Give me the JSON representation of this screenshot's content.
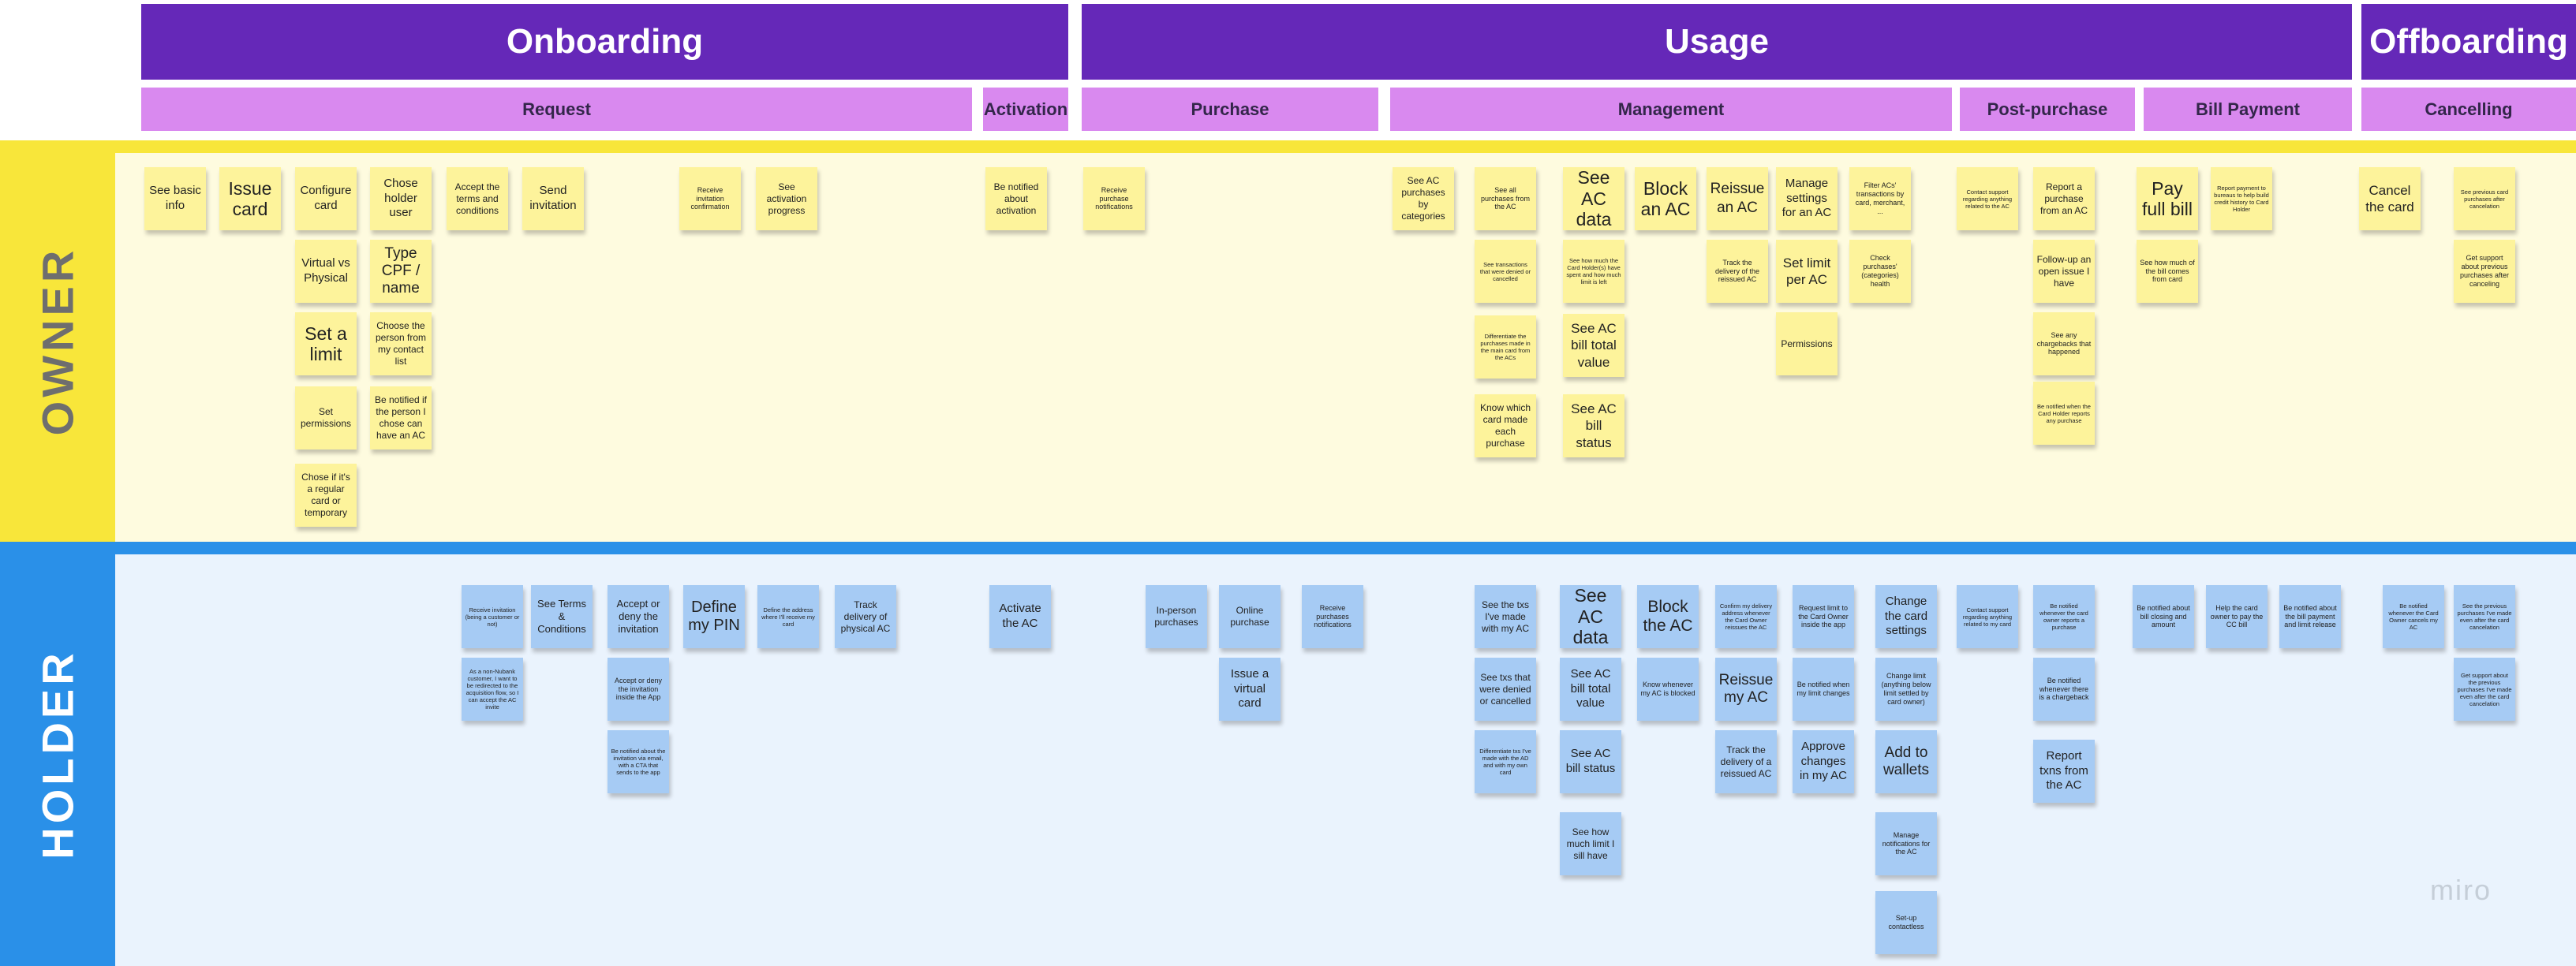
{
  "phases": {
    "onboarding": "Onboarding",
    "usage": "Usage",
    "offboarding": "Offboarding"
  },
  "stages": {
    "request": "Request",
    "activation": "Activation",
    "purchase": "Purchase",
    "management": "Management",
    "post_purchase": "Post-purchase",
    "bill_payment": "Bill Payment",
    "cancelling": "Cancelling"
  },
  "lanes": {
    "owner": "OWNER",
    "holder": "HOLDER"
  },
  "colors": {
    "phase": "#6528b8",
    "stage": "#d989ef",
    "owner_stripe": "#f8e63a",
    "owner_band": "#fefbdf",
    "holder_stripe": "#2a90e8",
    "holder_band": "#eaf3fd",
    "owner_label": "#6e6e6e",
    "holder_label": "#ffffff",
    "owner_sticky": "#fdf39b",
    "holder_sticky": "#a6cbf4"
  },
  "owner_notes": [
    "See basic info",
    "Issue card",
    "Configure card",
    "Virtual vs Physical",
    "Set a limit",
    "Set permissions",
    "Chose if it's a regular card or temporary",
    "Chose holder user",
    "Type CPF / name",
    "Choose the person from my contact list",
    "Be notified if the person I chose can have an AC",
    "Accept the terms and conditions",
    "Send invitation",
    "Receive invitation confirmation",
    "See activation progress",
    "Be notified about activation",
    "Receive purchase notifications",
    "See AC purchases by categories",
    "See all purchases from the AC",
    "See transactions that were denied or cancelled",
    "Differentiate the purchases made in the main card from the ACs",
    "Know which card made each purchase",
    "See AC data",
    "See how much the Card Holder(s) have spent and how much limit is left",
    "See AC bill total value",
    "See AC bill status",
    "Block an AC",
    "Reissue an AC",
    "Track the delivery of the reissued AC",
    "Manage settings for an AC",
    "Set limit per AC",
    "Permissions",
    "Filter ACs' transactions by card, merchant, ...",
    "Check purchases' (categories) health",
    "Contact support regarding anything related to the AC",
    "Report a purchase from an AC",
    "Follow-up an open issue I have",
    "See any chargebacks that happened",
    "Be notified when the Card Holder reports any purchase",
    "Pay full bill",
    "See how much of the bill comes from card",
    "Report payment to bureaus to help build credit history to Card Holder",
    "Cancel the card",
    "See previous card purchases after cancelation",
    "Get support about previous purchases after canceling"
  ],
  "holder_notes": [
    "Receive invitation (being a customer or not)",
    "As a non-Nubank customer, I want to be redirected to the acquisition flow, so I can accept the AC invite",
    "See Terms & Conditions",
    "Accept or deny the invitation",
    "Accept or deny the invitation inside the App",
    "Be notified about the invitation via email, with a CTA that sends to the app",
    "Define my PIN",
    "Define the address where I'll receive my card",
    "Track delivery of physical AC",
    "Activate the AC",
    "In-person purchases",
    "Online purchase",
    "Issue a virtual card",
    "Receive purchases notifications",
    "See the txs I've made with my AC",
    "See txs that were denied or cancelled",
    "Differentiate txs I've made with the AD and with my own card",
    "See AC data",
    "See AC bill total value",
    "See AC bill status",
    "See how much limit I sill have",
    "Block the AC",
    "Know whenever my AC is blocked",
    "Confirm my delivery address whenever the Card Owner reissues the AC",
    "Reissue my AC",
    "Track the delivery of a reissued AC",
    "Request limit to the Card Owner inside the app",
    "Be notified when my limit changes",
    "Approve changes in my AC",
    "Change the card settings",
    "Change limit (anything below limit settled by card owner)",
    "Add to wallets",
    "Manage notifications for the AC",
    "Set-up contactless",
    "Contact support regarding anything related to my card",
    "Be notified whenever the card owner reports a purchase",
    "Be notified whenever there is a chargeback",
    "Report txns from the AC",
    "Be notified about bill closing and amount",
    "Help the card owner to pay the CC bill",
    "Be notified about the bill payment and limit release",
    "Be notified whenever the Card Owner cancels my AC",
    "See the previous purchases I've made even after the card cancelation",
    "Get support about the previous purchases I've made even after the card cancelation"
  ],
  "watermark": "miro"
}
